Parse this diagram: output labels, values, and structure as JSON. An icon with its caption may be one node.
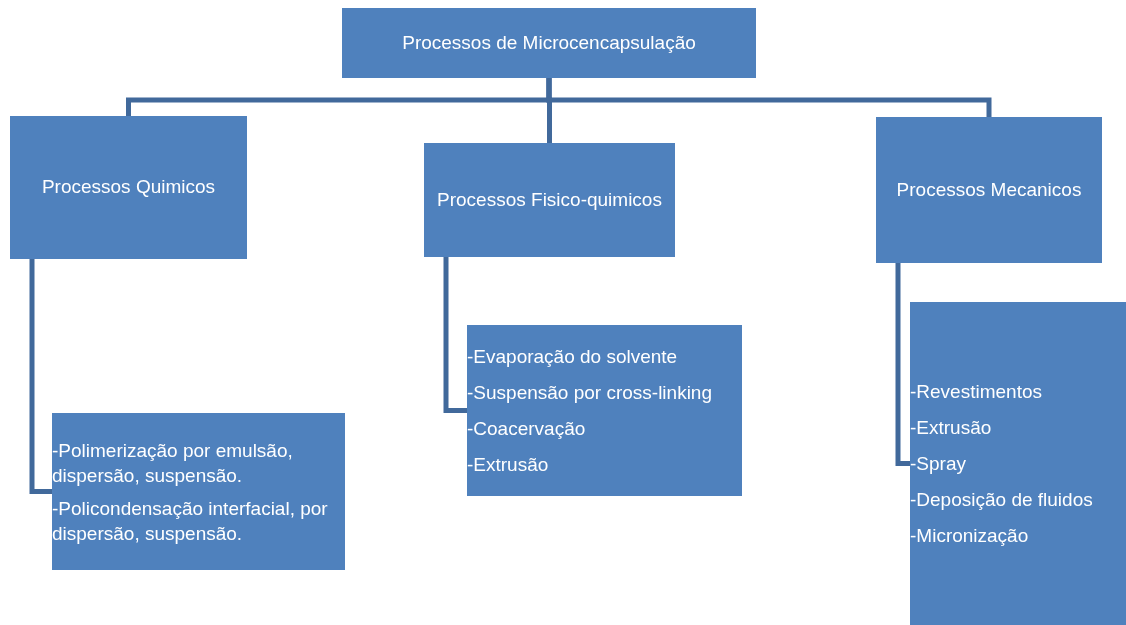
{
  "diagram": {
    "nodes": [
      {
        "text": [
          "Processos de Microcencapsulação"
        ]
      },
      {
        "text": [
          "Processos Quimicos"
        ]
      },
      {
        "text": [
          "Processos Fisico-quimicos"
        ]
      },
      {
        "text": [
          "Processos Mecanicos"
        ]
      },
      {
        "text": [
          "-Polimerização por emulsão, dispersão, suspensão.",
          "-Policondensação interfacial, por dispersão, suspensão."
        ]
      },
      {
        "text": [
          "-Evaporação do solvente",
          "-Suspensão por cross-linking",
          "-Coacervação",
          "-Extrusão"
        ]
      },
      {
        "text": [
          "-Revestimentos",
          "-Extrusão",
          "-Spray",
          "-Deposição de fluidos",
          "-Micronização"
        ]
      }
    ],
    "edges": [
      {
        "from": 0,
        "to": 1,
        "arrow": "none"
      },
      {
        "from": 0,
        "to": 2,
        "arrow": "none"
      },
      {
        "from": 0,
        "to": 3,
        "arrow": "none"
      },
      {
        "from": 1,
        "to": 4,
        "arrow": "none"
      },
      {
        "from": 2,
        "to": 5,
        "arrow": "none"
      },
      {
        "from": 3,
        "to": 6,
        "arrow": "none"
      }
    ]
  }
}
